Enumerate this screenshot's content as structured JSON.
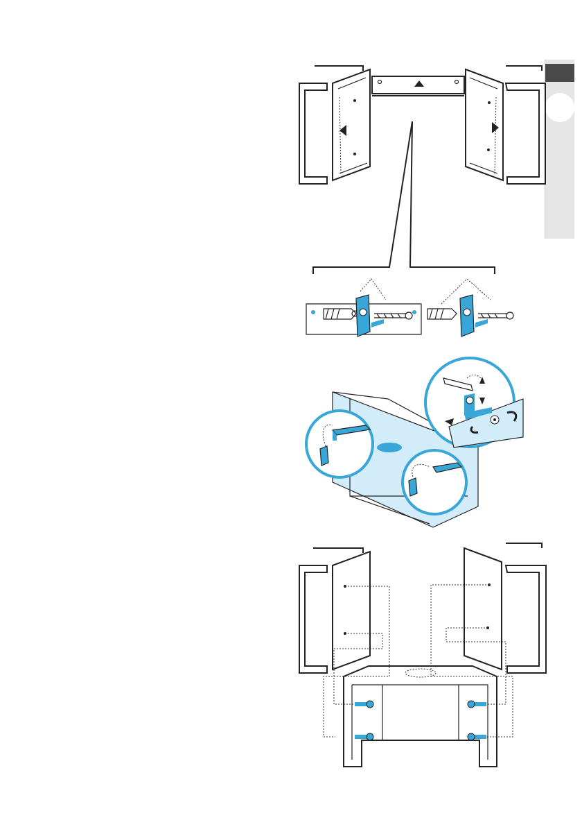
{
  "colors": {
    "accent": "#38a7d8",
    "glass": "#d3ecf9",
    "tab": "#e6e6e6",
    "tab_dark": "#4a4a4a",
    "ink": "#222222"
  },
  "icons": [
    "arrow-left-icon",
    "arrow-right-icon",
    "arrow-up-icon",
    "rotate-arrow-icon",
    "updown-arrow-icon"
  ],
  "figures": [
    {
      "name": "mounting-rail-between-cabinets"
    },
    {
      "name": "hood-bracket-hook-detail"
    },
    {
      "name": "hood-screwed-to-cabinet-sides"
    }
  ]
}
